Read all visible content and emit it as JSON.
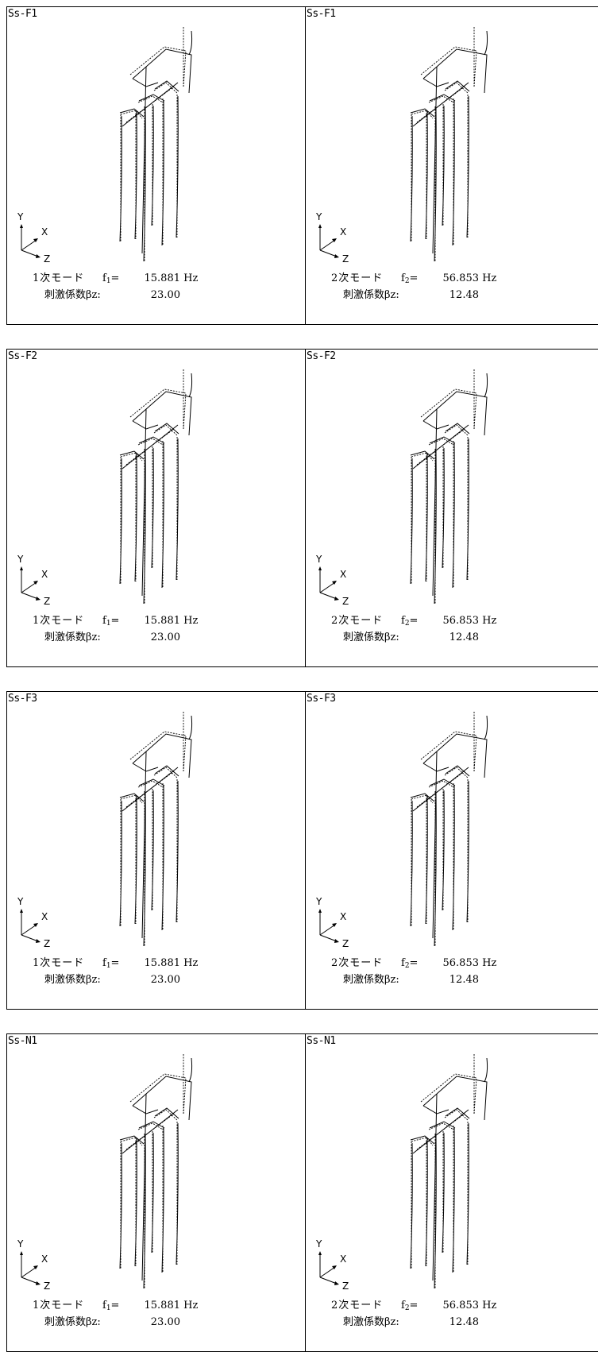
{
  "panels": [
    {
      "row": 0,
      "col": 0,
      "label": "Ss-F1",
      "mode": "1次モード",
      "f_label": "f",
      "f_sub": "1",
      "f_value": "15.881",
      "f_unit": "Hz",
      "beta_label": "刺激係数βz:",
      "beta_value": "23.00"
    },
    {
      "row": 0,
      "col": 1,
      "label": "Ss-F1",
      "mode": "2次モード",
      "f_label": "f",
      "f_sub": "2",
      "f_value": "56.853",
      "f_unit": "Hz",
      "beta_label": "刺激係数βz:",
      "beta_value": "12.48"
    },
    {
      "row": 1,
      "col": 0,
      "label": "Ss-F2",
      "mode": "1次モード",
      "f_label": "f",
      "f_sub": "1",
      "f_value": "15.881",
      "f_unit": "Hz",
      "beta_label": "刺激係数βz:",
      "beta_value": "23.00"
    },
    {
      "row": 1,
      "col": 1,
      "label": "Ss-F2",
      "mode": "2次モード",
      "f_label": "f",
      "f_sub": "2",
      "f_value": "56.853",
      "f_unit": "Hz",
      "beta_label": "刺激係数βz:",
      "beta_value": "12.48"
    },
    {
      "row": 2,
      "col": 0,
      "label": "Ss-F3",
      "mode": "1次モード",
      "f_label": "f",
      "f_sub": "1",
      "f_value": "15.881",
      "f_unit": "Hz",
      "beta_label": "刺激係数βz:",
      "beta_value": "23.00"
    },
    {
      "row": 2,
      "col": 1,
      "label": "Ss-F3",
      "mode": "2次モード",
      "f_label": "f",
      "f_sub": "2",
      "f_value": "56.853",
      "f_unit": "Hz",
      "beta_label": "刺激係数βz:",
      "beta_value": "12.48"
    },
    {
      "row": 3,
      "col": 0,
      "label": "Ss-N1",
      "mode": "1次モード",
      "f_label": "f",
      "f_sub": "1",
      "f_value": "15.881",
      "f_unit": "Hz",
      "beta_label": "刺激係数βz:",
      "beta_value": "23.00"
    },
    {
      "row": 3,
      "col": 1,
      "label": "Ss-N1",
      "mode": "2次モード",
      "f_label": "f",
      "f_sub": "2",
      "f_value": "56.853",
      "f_unit": "Hz",
      "beta_label": "刺激係数βz:",
      "beta_value": "12.48"
    }
  ],
  "axes": {
    "y": "Y",
    "x": "X",
    "z": "Z"
  }
}
